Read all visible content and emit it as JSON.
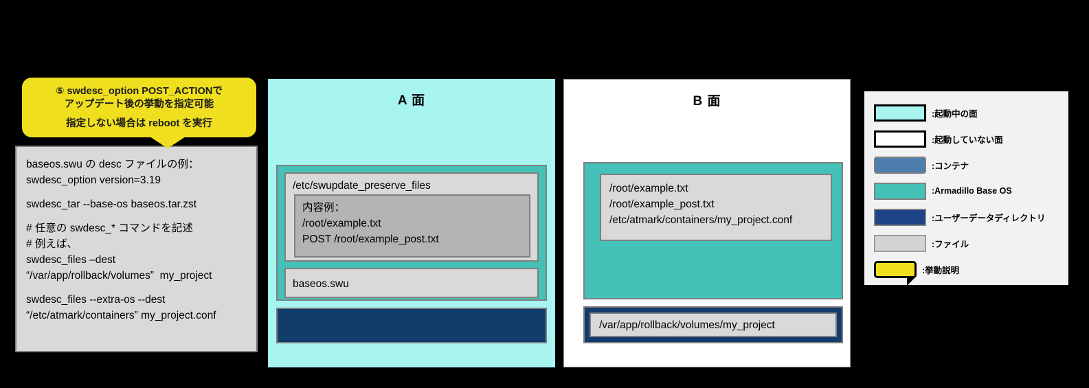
{
  "callout": {
    "name": "behavior-callout",
    "color": "#EFDF1F",
    "line1": "⑤ swdesc_option POST_ACTIONで",
    "line2": "アップデート後の挙動を指定可能",
    "line3": "指定しない場合は reboot を実行"
  },
  "code_panel": {
    "lines": [
      "baseos.swu の desc ファイルの例：",
      "swdesc_option version=3.19",
      "",
      "swdesc_tar --base-os baseos.tar.zst",
      "",
      "# 任意の swdesc_* コマンドを記述",
      "# 例えば、",
      "swdesc_files –dest",
      "“/var/app/rollback/volumes”  my_project",
      "",
      "swdesc_files --extra-os --dest",
      "“/etc/atmark/containers” my_project.conf"
    ]
  },
  "face_a": {
    "title": "A 面",
    "state": "active",
    "background": "#A7F4F1",
    "preserve_file": {
      "name": "/etc/swupdate_preserve_files",
      "inner_title": "内容例：",
      "inner_lines": [
        "/root/example.txt",
        "POST /root/example_post.txt"
      ]
    },
    "swu_file": "baseos.swu"
  },
  "face_b": {
    "title": "B 面",
    "state": "inactive",
    "background": "#FFFFFF",
    "os_files": [
      "/root/example.txt",
      "/root/example_post.txt",
      "/etc/atmark/containers/my_project.conf"
    ],
    "userdata_file": "/var/app/rollback/volumes/my_project"
  },
  "legend": {
    "items": [
      {
        "swatch": "sw-active",
        "label": ":起動中の面",
        "color": "#A7F4F1"
      },
      {
        "swatch": "sw-inactive",
        "label": ":起動していない面",
        "color": "#FFFFFF"
      },
      {
        "swatch": "sw-container",
        "label": ":コンテナ",
        "color": "#4E7EAE"
      },
      {
        "swatch": "sw-baseos",
        "label": ":Armadillo Base  OS",
        "color": "#45C2B7"
      },
      {
        "swatch": "sw-userdata",
        "label": ":ユーザーデータディレクトリ",
        "color": "#1D4486"
      },
      {
        "swatch": "sw-file",
        "label": ":ファイル",
        "color": "#D4D4D4"
      },
      {
        "swatch": "sw-callout",
        "label": ":挙動説明",
        "color": "#EFDF1F"
      }
    ]
  }
}
